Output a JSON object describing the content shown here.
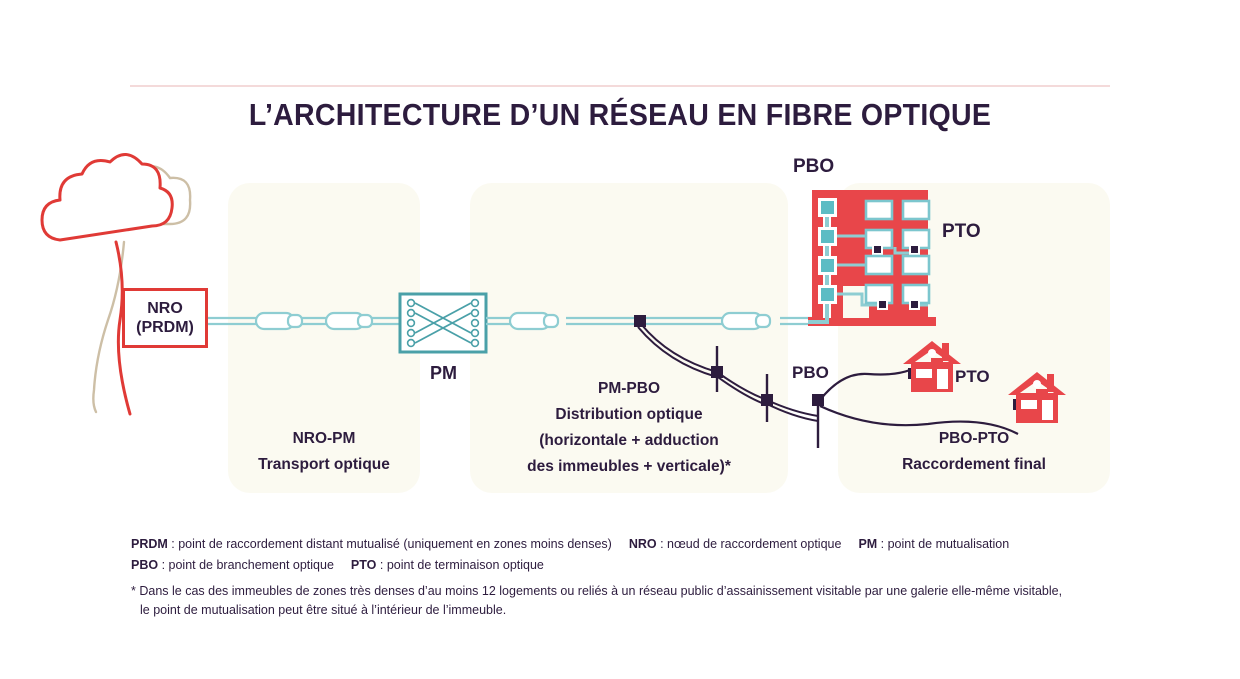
{
  "header": {
    "title": "L’ARCHITECTURE D’UN RÉSEAU EN FIBRE OPTIQUE"
  },
  "nodes": {
    "nro_line1": "NRO",
    "nro_line2": "(PRDM)",
    "pm": "PM",
    "pbo_building": "PBO",
    "pto_building": "PTO",
    "pbo_pole": "PBO",
    "pto_house": "PTO"
  },
  "panels": [
    {
      "id": "nro-pm",
      "code": "NRO-PM",
      "lines": [
        "NRO-PM",
        "Transport optique"
      ]
    },
    {
      "id": "pm-pbo",
      "code": "PM-PBO",
      "lines": [
        "PM-PBO",
        "Distribution optique",
        "(horizontale + adduction",
        "des immeubles + verticale)*"
      ]
    },
    {
      "id": "pbo-pto",
      "code": "PBO-PTO",
      "lines": [
        "PBO-PTO",
        "Raccordement final"
      ]
    }
  ],
  "legend": [
    {
      "term": "PRDM",
      "sep": " : ",
      "definition": "point de raccordement distant mutualisé (uniquement en zones moins denses)"
    },
    {
      "term": "NRO",
      "sep": " : ",
      "definition": "nœud de raccordement optique"
    },
    {
      "term": "PM",
      "sep": " : ",
      "definition": "point de mutualisation"
    },
    {
      "term": "PBO",
      "sep": " : ",
      "definition": "point de branchement optique"
    },
    {
      "term": "PTO",
      "sep": " : ",
      "definition": "point de terminaison optique"
    }
  ],
  "footnote": {
    "marker": "*",
    "line1": "Dans le cas des immeubles de zones très denses d’au moins 12 logements ou reliés à un réseau public d’assainissement visitable par une galerie elle-même visitable,",
    "line2": "le point de mutualisation peut être situé à l’intérieur de l’immeuble."
  },
  "colors": {
    "red": "#e8464a",
    "red_dark": "#e03a36",
    "teal": "#8ecdd2",
    "teal_dark": "#3f9aa3",
    "ink": "#2d1c3e",
    "panel_bg": "#fbfaf1",
    "rule": "#f4dada",
    "tan": "#cdbfa6"
  }
}
